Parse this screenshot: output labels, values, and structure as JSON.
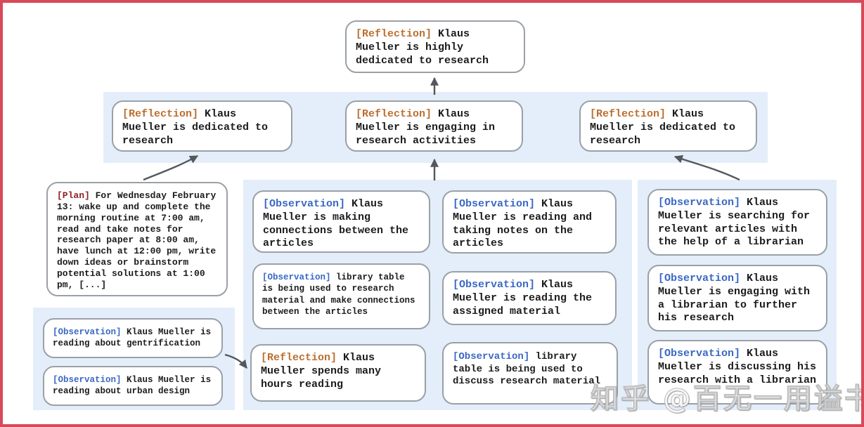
{
  "colors": {
    "frame": "#d8495a",
    "band": "#e4eefa",
    "node_border": "#9aa0a6",
    "reflection_tag": "#bc6f2f",
    "observation_tag": "#3a68c4",
    "plan_tag": "#8e2121",
    "arrow": "#54585c",
    "body_text": "#1c1c1c"
  },
  "watermark": {
    "text": "知乎 @百无一用谥书生"
  },
  "nodes": {
    "root": {
      "tag": "[Reflection]",
      "text": "Klaus Mueller is highly dedicated to research"
    },
    "refl_left": {
      "tag": "[Reflection]",
      "text": "Klaus Mueller is dedicated to research"
    },
    "refl_mid": {
      "tag": "[Reflection]",
      "text": "Klaus Mueller is engaging in research activities"
    },
    "refl_right": {
      "tag": "[Reflection]",
      "text": "Klaus Mueller is dedicated to research"
    },
    "plan": {
      "tag": "[Plan]",
      "text": "For Wednesday February 13: wake up and complete the morning routine at 7:00 am, read and take notes for research paper at 8:00 am, have lunch at 12:00 pm, write down ideas or brainstorm potential solutions at 1:00 pm, [...]"
    },
    "obs_gentrification": {
      "tag": "[Observation]",
      "text": "Klaus Mueller is reading about gentrification"
    },
    "obs_urban_design": {
      "tag": "[Observation]",
      "text": "Klaus Mueller is reading about urban design"
    },
    "obs_connections": {
      "tag": "[Observation]",
      "text": "Klaus Mueller is making connections between the articles"
    },
    "obs_taking_notes": {
      "tag": "[Observation]",
      "text": "Klaus Mueller is reading and taking notes on the articles"
    },
    "obs_library_research": {
      "tag": "[Observation]",
      "text": "library table is being used to research material and make connections between the articles"
    },
    "obs_assigned_material": {
      "tag": "[Observation]",
      "text": "Klaus Mueller is reading the assigned material"
    },
    "refl_hours_reading": {
      "tag": "[Reflection]",
      "text": "Klaus Mueller spends many hours reading"
    },
    "obs_library_discuss": {
      "tag": "[Observation]",
      "text": "library table is being used to discuss research material"
    },
    "obs_searching_articles": {
      "tag": "[Observation]",
      "text": "Klaus Mueller is searching for relevant articles with the help of a librarian"
    },
    "obs_engaging_librarian": {
      "tag": "[Observation]",
      "text": "Klaus Mueller is engaging with a librarian to further his research"
    },
    "obs_discussing_research": {
      "tag": "[Observation]",
      "text": "Klaus Mueller is discussing his research with a librarian"
    }
  }
}
